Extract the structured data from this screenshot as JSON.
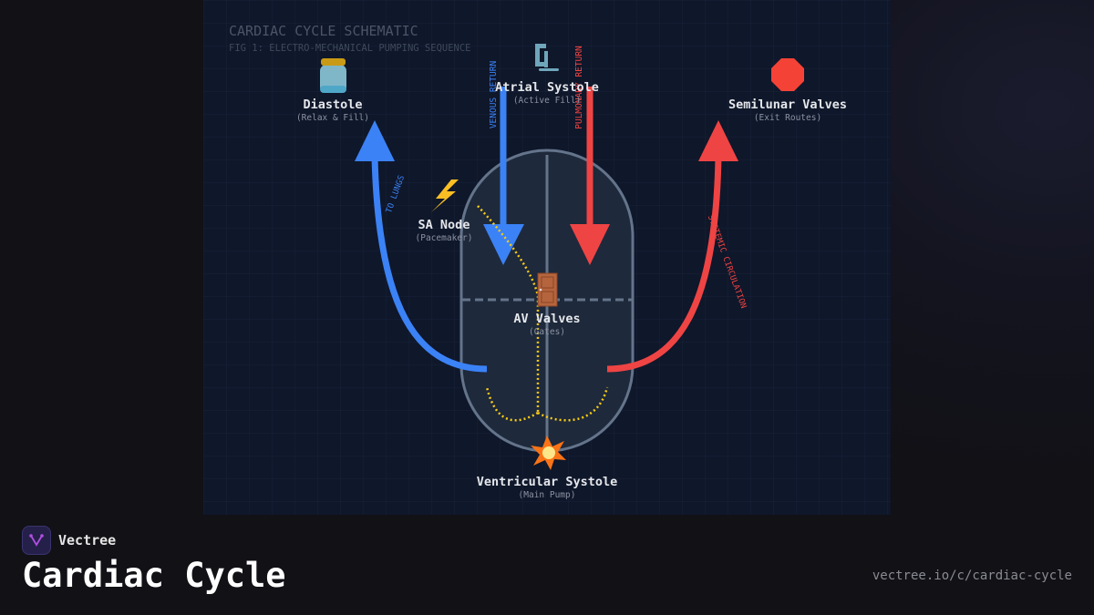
{
  "figure": {
    "title": "CARDIAC CYCLE SCHEMATIC",
    "subtitle": "FIG 1: ELECTRO-MECHANICAL PUMPING SEQUENCE",
    "nodes": {
      "diastole": {
        "label": "Diastole",
        "sub": "(Relax & Fill)",
        "icon": "jar-icon"
      },
      "atrial": {
        "label": "Atrial Systole",
        "sub": "(Active Fill)",
        "icon": "clamp-icon"
      },
      "semilunar": {
        "label": "Semilunar Valves",
        "sub": "(Exit Routes)",
        "icon": "stop-sign-icon"
      },
      "sa": {
        "label": "SA Node",
        "sub": "(Pacemaker)",
        "icon": "lightning-icon"
      },
      "av": {
        "label": "AV Valves",
        "sub": "(Gates)",
        "icon": "door-icon"
      },
      "ventricular": {
        "label": "Ventricular Systole",
        "sub": "(Main Pump)",
        "icon": "explosion-icon"
      }
    },
    "flow_labels": {
      "venous": "VENOUS RETURN",
      "pulmonary": "PULMONARY RETURN",
      "lungs": "TO LUNGS",
      "systemic": "SYSTEMIC CIRCULATION"
    },
    "colors": {
      "blue": "#3b82f6",
      "red": "#ef4444",
      "signal": "#facc15",
      "panel": "#0f172a"
    }
  },
  "footer": {
    "brand": "Vectree",
    "title": "Cardiac Cycle",
    "url": "vectree.io/c/cardiac-cycle"
  }
}
